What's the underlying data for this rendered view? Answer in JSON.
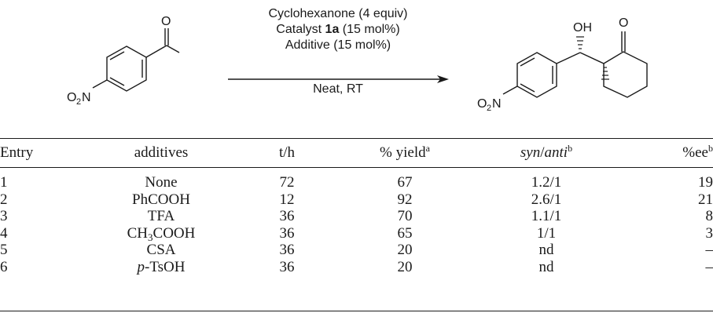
{
  "scheme": {
    "conditions": {
      "line1": "Cyclohexanone (4 equiv)",
      "line2_pre": "Catalyst ",
      "line2_bold": "1a",
      "line2_post": " (15 mol%)",
      "line3": "Additive (15 mol%)",
      "below": "Neat, RT"
    },
    "reactant_atoms": {
      "oxygen": "O",
      "nitro": "O",
      "nitro_sub": "2",
      "nitro_n": "N"
    },
    "product_atoms": {
      "hydroxyl": "OH",
      "ketone": "O",
      "nitro": "O",
      "nitro_sub": "2",
      "nitro_n": "N"
    }
  },
  "table": {
    "headers": {
      "entry": "Entry",
      "additives": "additives",
      "time": "t/h",
      "yield": "% yield",
      "yield_note": "a",
      "dr_syn": "syn",
      "dr_sep": "/",
      "dr_anti": "anti",
      "dr_note": "b",
      "ee": "%ee",
      "ee_note": "b"
    },
    "rows": [
      {
        "entry": "1",
        "additive": "None",
        "time": "72",
        "yield": "67",
        "dr": "1.2/1",
        "ee": "19"
      },
      {
        "entry": "2",
        "additive": "PhCOOH",
        "time": "12",
        "yield": "92",
        "dr": "2.6/1",
        "ee": "21"
      },
      {
        "entry": "3",
        "additive": "TFA",
        "time": "36",
        "yield": "70",
        "dr": "1.1/1",
        "ee": "8"
      },
      {
        "entry": "4",
        "additive_pre": "CH",
        "additive_sub": "3",
        "additive_post": "COOH",
        "time": "36",
        "yield": "65",
        "dr": "1/1",
        "ee": "3"
      },
      {
        "entry": "5",
        "additive": "CSA",
        "time": "36",
        "yield": "20",
        "dr": "nd",
        "ee": "–"
      },
      {
        "entry": "6",
        "additive_it": "p",
        "additive_post": "-TsOH",
        "time": "36",
        "yield": "20",
        "dr": "nd",
        "ee": "–"
      }
    ]
  }
}
